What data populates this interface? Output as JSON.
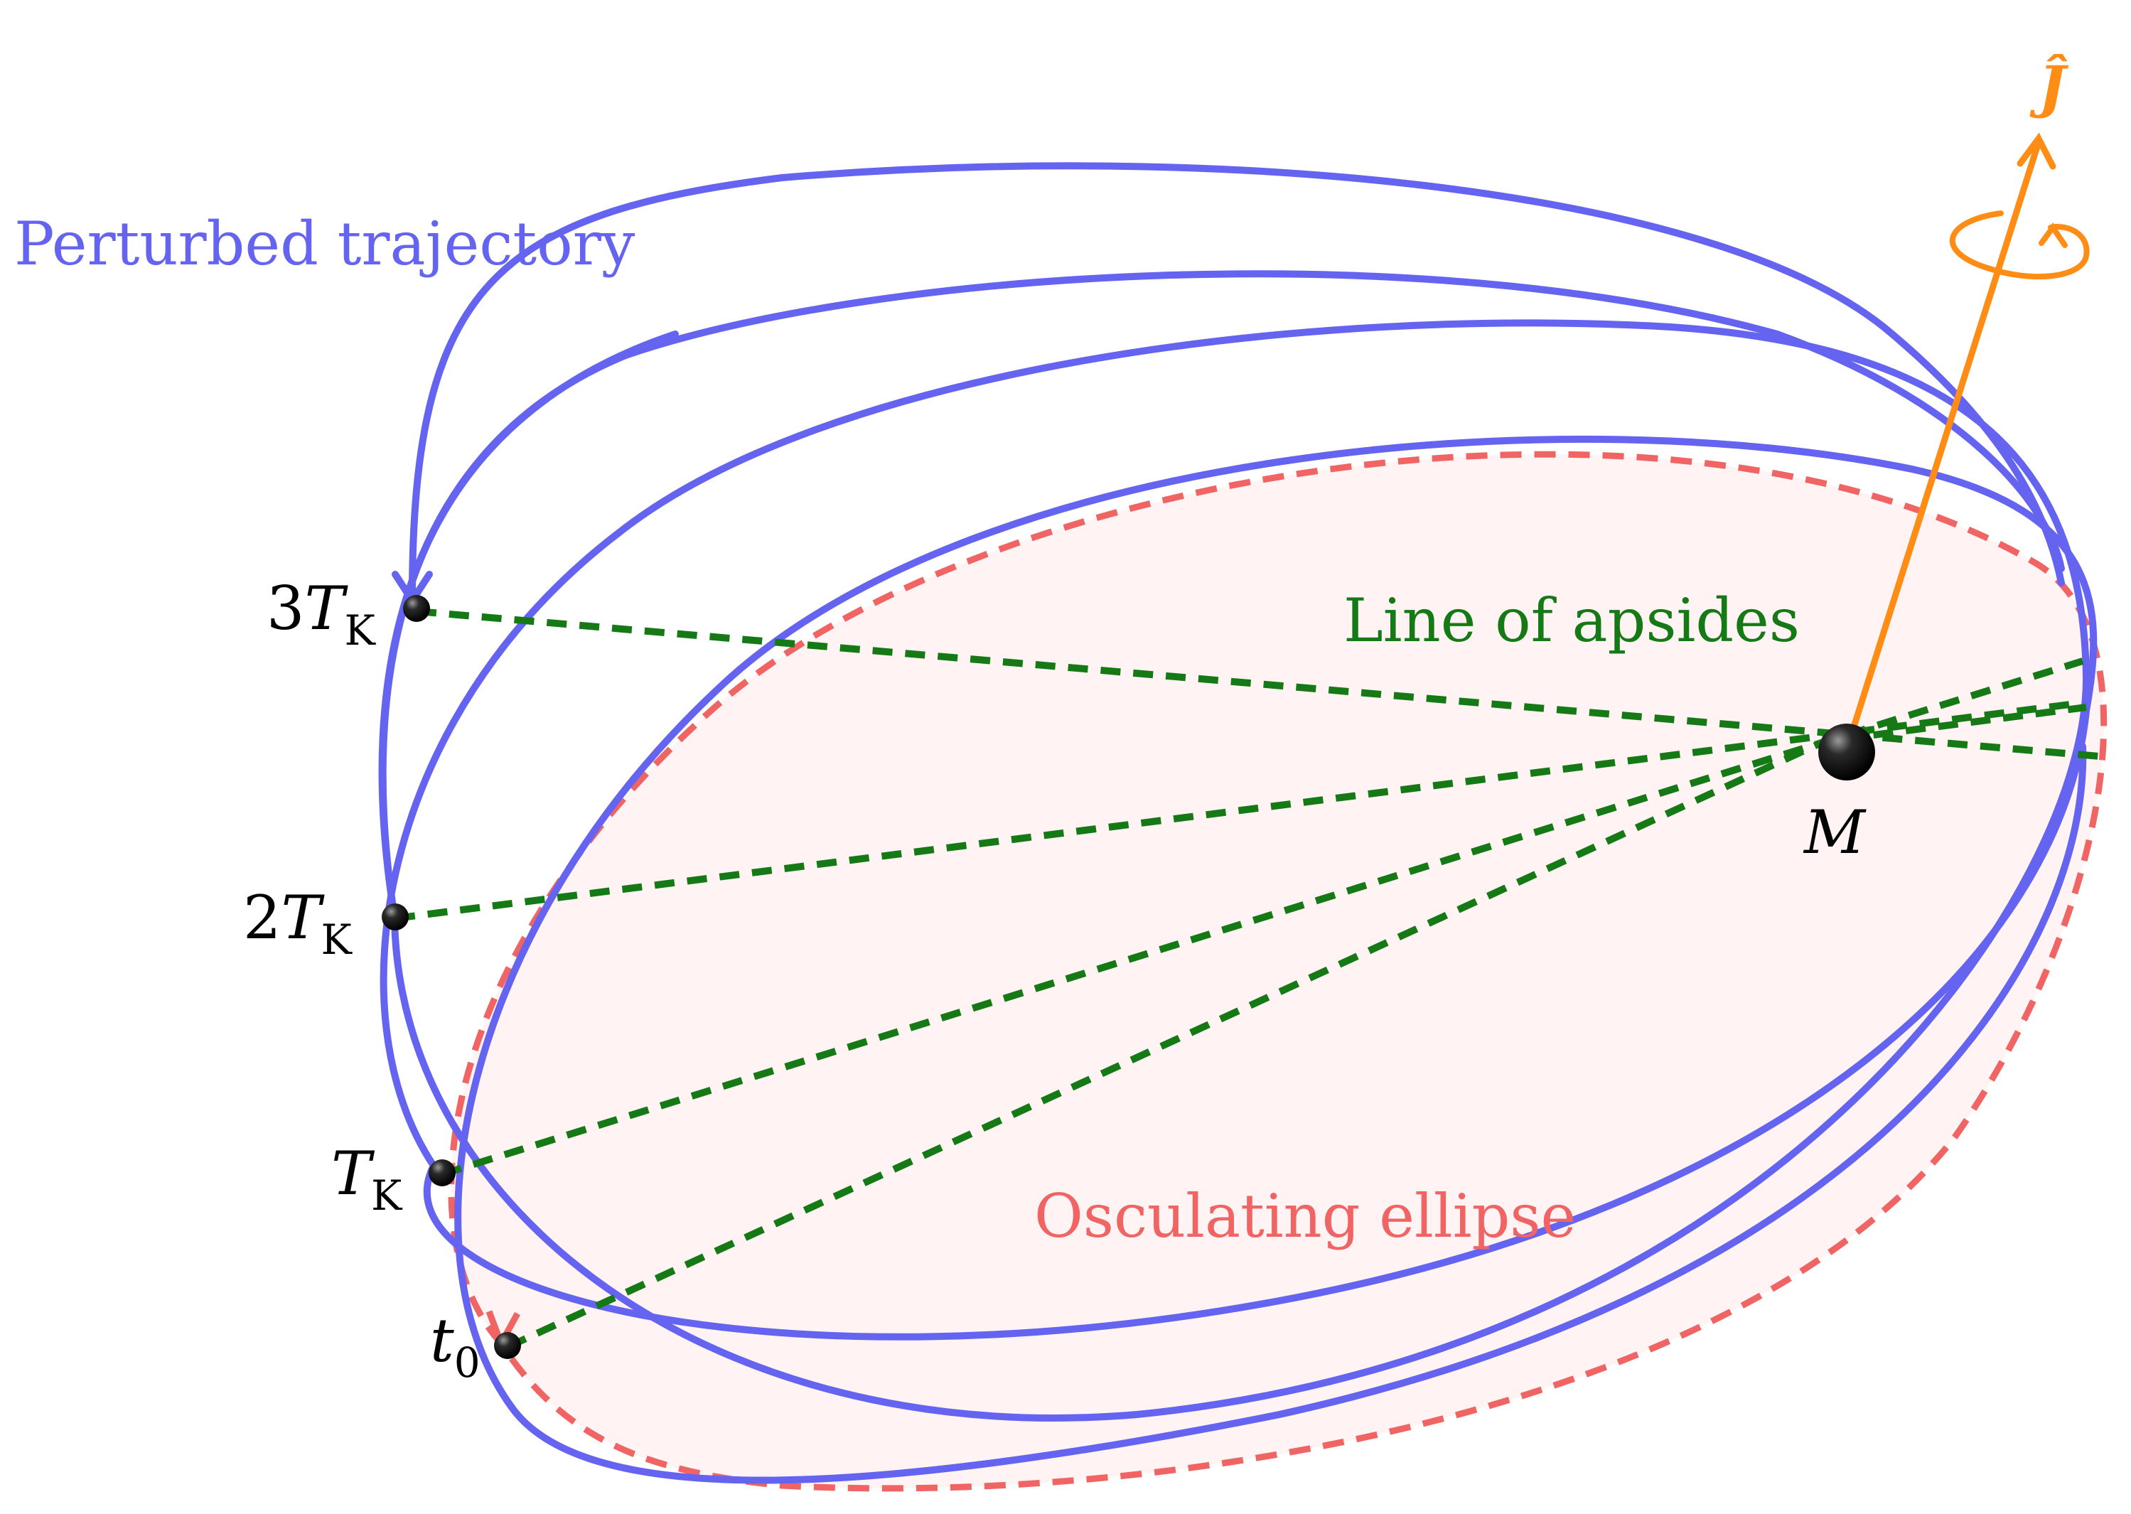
{
  "labels": {
    "perturbed_trajectory": "Perturbed trajectory",
    "osculating_ellipse": "Osculating ellipse",
    "line_of_apsides": "Line of apsides",
    "central_mass": "M",
    "spin_axis": "Ĵ"
  },
  "time_markers": [
    {
      "coef": "3",
      "sym": "T",
      "sub": "K"
    },
    {
      "coef": "2",
      "sym": "T",
      "sub": "K"
    },
    {
      "coef": "",
      "sym": "T",
      "sub": "K"
    },
    {
      "coef": "",
      "sym": "t",
      "sub": "0"
    }
  ],
  "colors": {
    "trajectory": "#6464f0",
    "ellipse": "#f06464",
    "ellipse_fill": "#fff3f3",
    "apsides": "#157a15",
    "spin": "#ff8c14",
    "body": "#000000"
  }
}
